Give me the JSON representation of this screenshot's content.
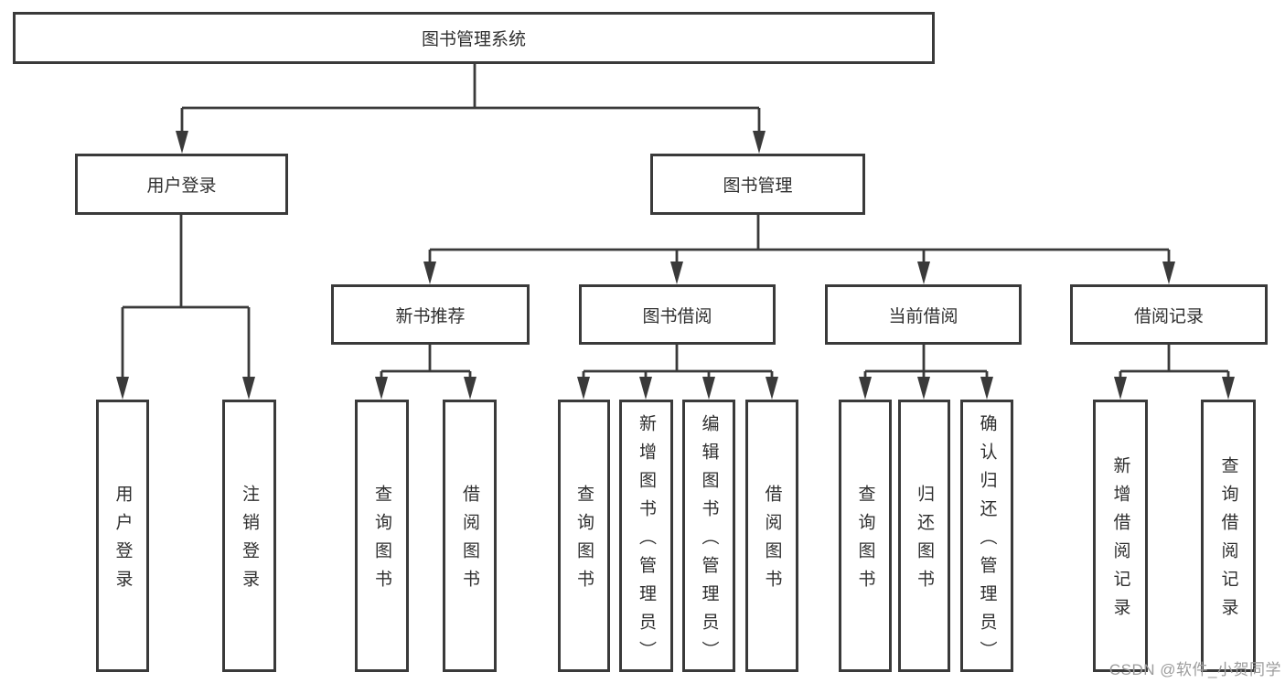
{
  "diagram": {
    "root": {
      "label": "图书管理系统"
    },
    "level2": [
      {
        "label": "用户登录"
      },
      {
        "label": "图书管理"
      }
    ],
    "level3": [
      {
        "label": "新书推荐"
      },
      {
        "label": "图书借阅"
      },
      {
        "label": "当前借阅"
      },
      {
        "label": "借阅记录"
      }
    ],
    "leaves": [
      {
        "label": "用户登录"
      },
      {
        "label": "注销登录"
      },
      {
        "label": "查询图书"
      },
      {
        "label": "借阅图书"
      },
      {
        "label": "查询图书"
      },
      {
        "label": "新增图书（管理员）"
      },
      {
        "label": "编辑图书（管理员）"
      },
      {
        "label": "借阅图书"
      },
      {
        "label": "查询图书"
      },
      {
        "label": "归还图书"
      },
      {
        "label": "确认归还（管理员）"
      },
      {
        "label": "新增借阅记录"
      },
      {
        "label": "查询借阅记录"
      }
    ]
  },
  "watermark": {
    "text": "CSDN @软件_小贺同学"
  },
  "colors": {
    "line": "#3a3a3a",
    "text": "#2f2f2f",
    "watermark": "#9c9c9c",
    "background": "#ffffff"
  }
}
